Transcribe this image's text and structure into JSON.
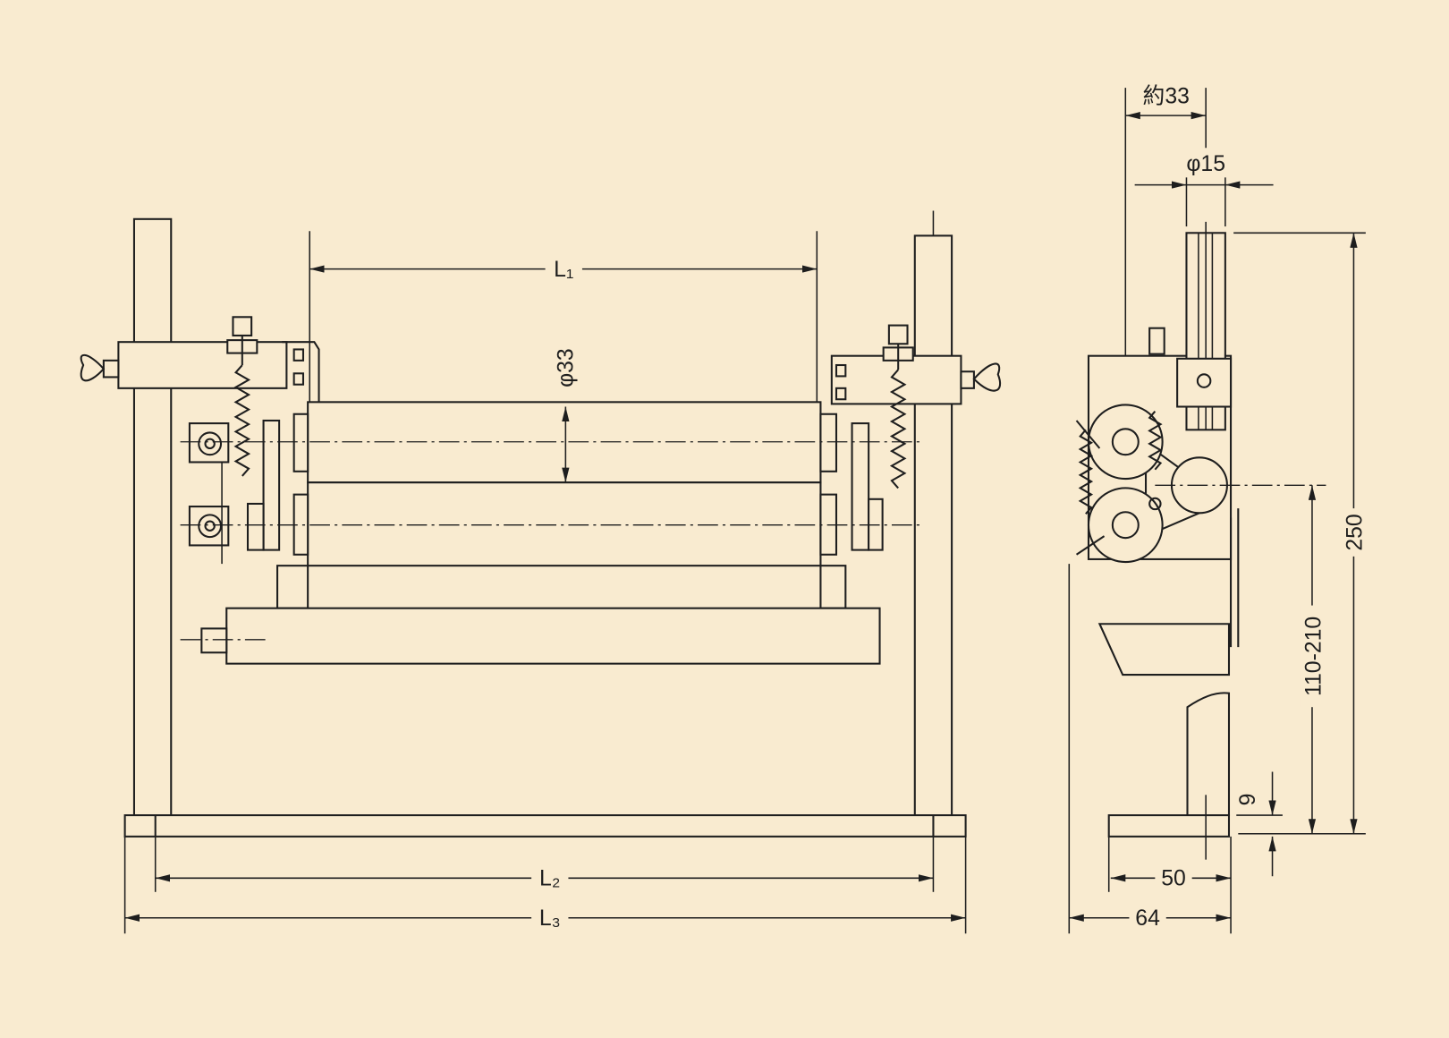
{
  "colors": {
    "background": "#f9ebd0",
    "line": "#1e1e1e"
  },
  "front_view": {
    "dimensions": {
      "roller_length": "L₁",
      "roller_diameter": "φ33",
      "inner_base_length": "L₂",
      "overall_length": "L₃"
    }
  },
  "side_view": {
    "dimensions": {
      "approx_width": "約33",
      "column_diameter": "φ15",
      "overall_height": "250",
      "adjust_range": "110-210",
      "base_thickness": "9",
      "foot_width": "50",
      "overall_depth": "64"
    }
  }
}
